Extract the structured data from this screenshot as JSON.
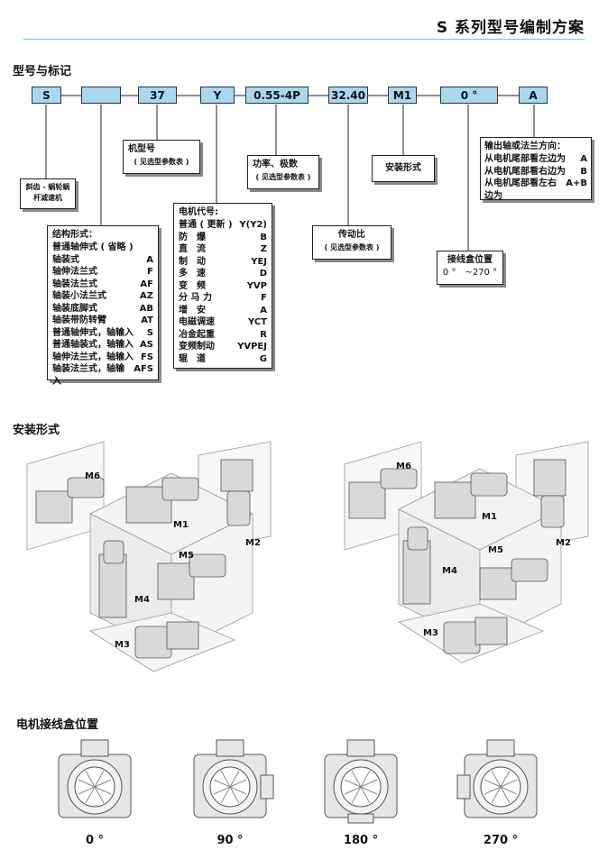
{
  "header": {
    "title": "S 系列型号编制方案"
  },
  "model_section": {
    "title": "型号与标记",
    "code_boxes": [
      "S",
      "",
      "37",
      "Y",
      "0.55-4P",
      "32.40",
      "M1",
      "0 °",
      "A"
    ],
    "series_label": "斜齿 - 蜗轮蜗杆减速机",
    "frame": {
      "title": "机型号",
      "note": "( 见选型参数表 )"
    },
    "power": {
      "title": "功率、极数",
      "note": "( 见选型参数表 )"
    },
    "mounting": {
      "title": "安装形式"
    },
    "ratio": {
      "title": "传动比",
      "note": "( 见选型参数表 )"
    },
    "terminal": {
      "title": "接线盒位置",
      "range": "0 °　~270 °"
    },
    "output": {
      "title": "输出轴或法兰方向：",
      "rows": [
        {
          "text": "从电机尾部看左边为",
          "code": "A"
        },
        {
          "text": "从电机尾部看右边为",
          "code": "B"
        },
        {
          "text": "从电机尾部看左右边为",
          "code": "A+B"
        }
      ]
    },
    "structure": {
      "title": "结构形式：",
      "rows": [
        {
          "text": "普通轴伸式 ( 省略 )",
          "code": ""
        },
        {
          "text": "轴装式",
          "code": "A"
        },
        {
          "text": "轴伸法兰式",
          "code": "F"
        },
        {
          "text": "轴装法兰式",
          "code": "AF"
        },
        {
          "text": "轴装小法兰式",
          "code": "AZ"
        },
        {
          "text": "轴装底脚式",
          "code": "AB"
        },
        {
          "text": "轴装带防转臂",
          "code": "AT"
        },
        {
          "text": "普通轴伸式，轴输入",
          "code": "S"
        },
        {
          "text": "普通轴装式，轴输入",
          "code": "AS"
        },
        {
          "text": "轴伸法兰式，轴输入",
          "code": "FS"
        },
        {
          "text": "轴装法兰式，轴输入",
          "code": "AFS"
        }
      ]
    },
    "motor": {
      "title": "电机代号:",
      "rows": [
        {
          "text": "普通 ( 更新 )",
          "code": "Y(Y2)"
        },
        {
          "text": "防　爆",
          "code": "B"
        },
        {
          "text": "直　流",
          "code": "Z"
        },
        {
          "text": "制　动",
          "code": "YEJ"
        },
        {
          "text": "多　速",
          "code": "D"
        },
        {
          "text": "变　频",
          "code": "YVP"
        },
        {
          "text": "分 马 力",
          "code": "F"
        },
        {
          "text": "增　安",
          "code": "A"
        },
        {
          "text": "电磁调速",
          "code": "YCT"
        },
        {
          "text": "冶金起重",
          "code": "R"
        },
        {
          "text": "变频制动",
          "code": "YVPEJ"
        },
        {
          "text": "辊　道",
          "code": "G"
        }
      ]
    }
  },
  "mounting_section": {
    "title": "安装形式",
    "faces": [
      "M1",
      "M2",
      "M3",
      "M4",
      "M5",
      "M6"
    ]
  },
  "terminal_section": {
    "title": "电机接线盒位置",
    "positions": [
      "0 °",
      "90 °",
      "180 °",
      "270 °"
    ]
  },
  "colors": {
    "code_box": "#a9d7ef",
    "rule": "#6fc6e0"
  }
}
